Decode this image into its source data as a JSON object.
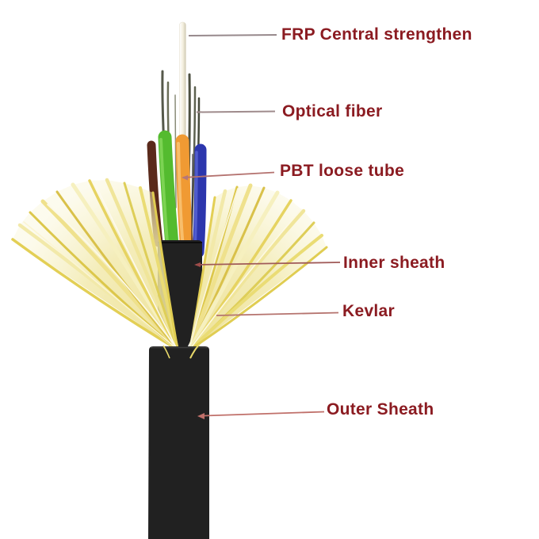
{
  "labels": {
    "frp": "FRP Central strengthen",
    "optical": "Optical fiber",
    "pbt": "PBT loose tube",
    "inner": "Inner sheath",
    "kevlar": "Kevlar",
    "outer": "Outer Sheath"
  },
  "palette": {
    "label_text": "#8b1b21",
    "leader_gray": "#97898c",
    "leader_red": "#b4726f",
    "frp_white": "#f6f1e2",
    "fiber_olive": "#55584a",
    "tube_brown": "#5a2a1b",
    "tube_green": "#54bb2f",
    "tube_orange": "#f09a33",
    "tube_blue": "#2c36ad",
    "kevlar_yellow": "#ecdf90",
    "sheath_black": "#212121"
  }
}
